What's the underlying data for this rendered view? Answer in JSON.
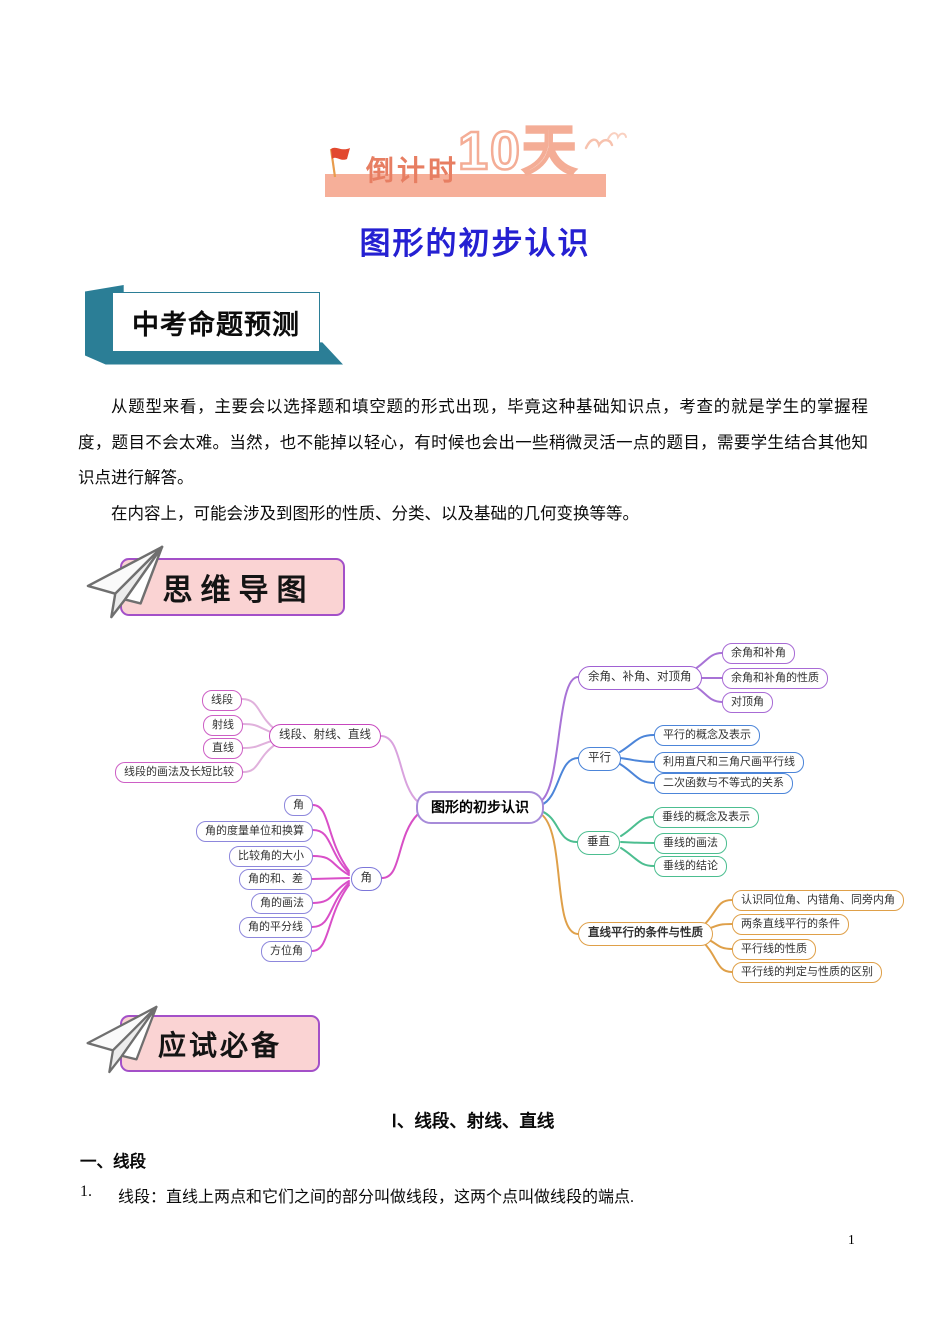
{
  "banner": {
    "flag_icon": "red-flag",
    "countdown_label": "倒计时",
    "days_text": "10天"
  },
  "page_title": "图形的初步认识",
  "prediction": {
    "heading": "中考命题预测",
    "paragraph1": "从题型来看，主要会以选择题和填空题的形式出现，毕竟这种基础知识点，考查的就是学生的掌握程度，题目不会太难。当然，也不能掉以轻心，有时候也会出一些稍微灵活一点的题目，需要学生结合其他知识点进行解答。",
    "paragraph2": "在内容上，可能会涉及到图形的性质、分类、以及基础的几何变换等等。"
  },
  "mindmap_section": {
    "heading": "思维导图"
  },
  "exam_section": {
    "heading": "应试必备"
  },
  "mindmap": {
    "center": "图形的初步认识",
    "left": {
      "seg_group": "线段、射线、直线",
      "seg_leaves": [
        "线段",
        "射线",
        "直线",
        "线段的画法及长短比较"
      ],
      "angle_group": "角",
      "angle_leaves": [
        "角",
        "角的度量单位和换算",
        "比较角的大小",
        "角的和、差",
        "角的画法",
        "角的平分线",
        "方位角"
      ]
    },
    "right": {
      "comp_group": "余角、补角、对顶角",
      "comp_leaves": [
        "余角和补角",
        "余角和补角的性质",
        "对顶角"
      ],
      "parallel_group": "平行",
      "parallel_leaves": [
        "平行的概念及表示",
        "利用直尺和三角尺画平行线",
        "二次函数与不等式的关系"
      ],
      "perp_group": "垂直",
      "perp_leaves": [
        "垂线的概念及表示",
        "垂线的画法",
        "垂线的结论"
      ],
      "cond_group": "直线平行的条件与性质",
      "cond_leaves": [
        "认识同位角、内错角、同旁内角",
        "两条直线平行的条件",
        "平行线的性质",
        "平行线的判定与性质的区别"
      ]
    }
  },
  "content": {
    "section_title": "Ⅰ、线段、射线、直线",
    "subsection_title": "一、线段",
    "item_number": "1.",
    "item_text": "线段：直线上两点和它们之间的部分叫做线段，这两个点叫做线段的端点."
  },
  "page_number": "1",
  "colors": {
    "title_blue": "#2520D2",
    "banner_salmon": "#F6AF99",
    "banner_coral": "#E77E62",
    "prediction_teal": "#2B7E96",
    "header_pink_fill": "#FAD3D3",
    "header_purple_border": "#A350C8",
    "mindmap_magenta": "#C747BE",
    "mindmap_violet": "#7C76D9",
    "mindmap_purple": "#A86BD5",
    "mindmap_blue": "#4C85D9",
    "mindmap_green": "#4CBE90",
    "mindmap_orange": "#DFA049"
  }
}
